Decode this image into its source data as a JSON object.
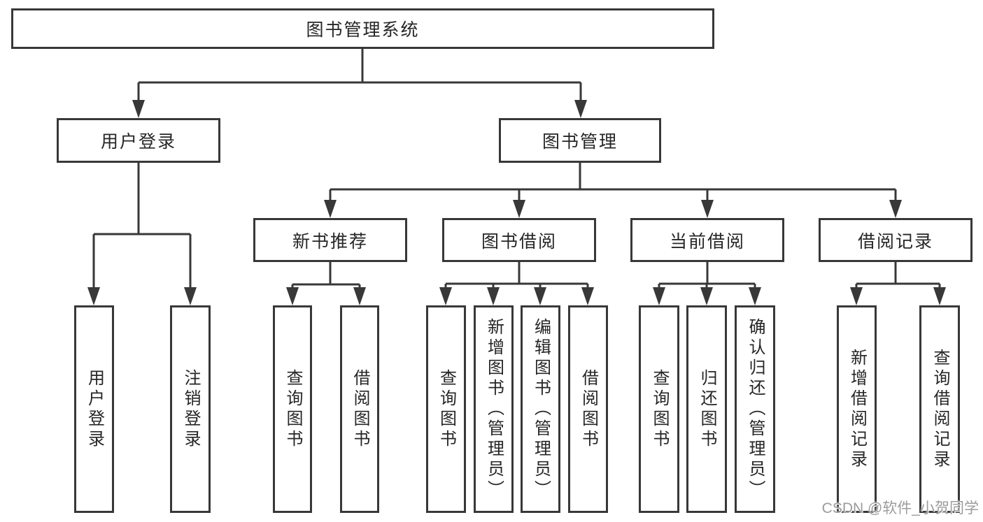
{
  "diagram_title": "图书管理系统",
  "tree": {
    "root": "图书管理系统",
    "user_login": {
      "label": "用户登录",
      "children": [
        "用户登录",
        "注销登录"
      ]
    },
    "book_mgmt": {
      "label": "图书管理",
      "sections": {
        "new_books": {
          "label": "新书推荐",
          "children": [
            "查询图书",
            "借阅图书"
          ]
        },
        "book_borrow": {
          "label": "图书借阅",
          "children": [
            "查询图书",
            "新增图书（管理员）",
            "编辑图书（管理员）",
            "借阅图书"
          ]
        },
        "current_borrow": {
          "label": "当前借阅",
          "children": [
            "查询图书",
            "归还图书",
            "确认归还（管理员）"
          ]
        },
        "borrow_records": {
          "label": "借阅记录",
          "children": [
            "新增借阅记录",
            "查询借阅记录"
          ]
        }
      }
    }
  },
  "watermark": {
    "text": "CSDN @软件_小贺同学"
  },
  "colors": {
    "line": "#383838",
    "box_border": "#383838",
    "text": "#262626",
    "background": "#ffffff",
    "watermark": "#9c9c9c"
  }
}
